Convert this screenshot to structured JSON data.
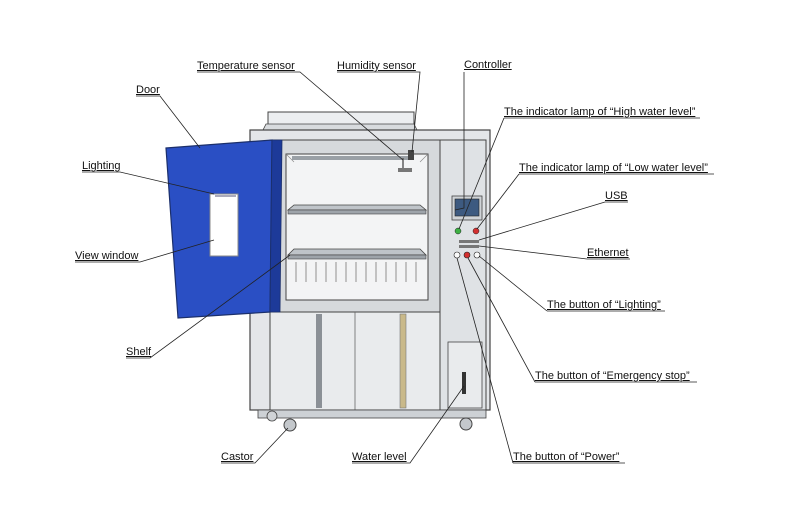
{
  "labels": {
    "temperature_sensor": "Temperature sensor",
    "humidity_sensor": "Humidity sensor",
    "controller": "Controller",
    "door": "Door",
    "high_water_lamp": "The indicator lamp of “High water level”",
    "low_water_lamp": "The indicator lamp of “Low water level”",
    "lighting": "Lighting",
    "usb": "USB",
    "view_window": "View window",
    "ethernet": "Ethernet",
    "lighting_button": "The button of “Lighting”",
    "shelf": "Shelf",
    "emergency_stop_button": "The button of “Emergency stop”",
    "castor": "Castor",
    "water_level": "Water level",
    "power_button": "The button of “Power”"
  },
  "colors": {
    "door_blue": "#2a4fc4",
    "body_grey": "#e4e6e9",
    "lamp_green": "#3cb043",
    "lamp_red": "#d32f2f",
    "screen_blue": "#3d5a80"
  }
}
